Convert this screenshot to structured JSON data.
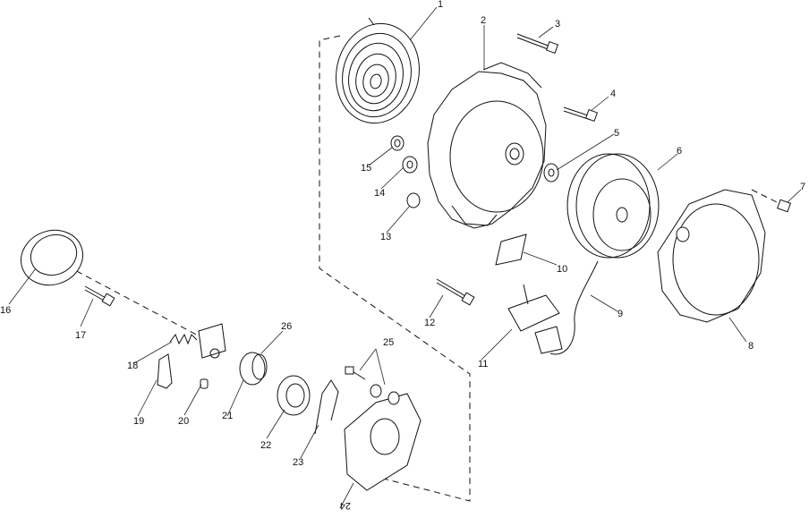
{
  "labels": {
    "p1": "1",
    "p2": "2",
    "p3": "3",
    "p4": "4",
    "p5": "5",
    "p6": "6",
    "p7": "7",
    "p8": "8",
    "p9": "9",
    "p10": "10",
    "p11": "11",
    "p12": "12",
    "p13": "13",
    "p14": "14",
    "p15": "15",
    "p16": "16",
    "p17": "17",
    "p18": "18",
    "p19": "19",
    "p20": "20",
    "p21": "21",
    "p22": "22",
    "p23": "23",
    "p24": "24",
    "p25": "25",
    "p26": "26"
  }
}
